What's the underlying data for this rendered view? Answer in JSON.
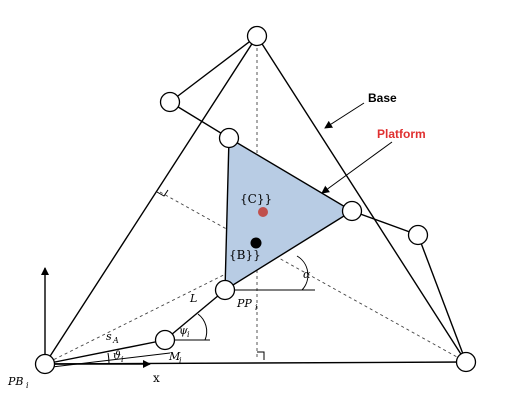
{
  "labels": {
    "base": "Base",
    "platform": "Platform",
    "frame_c": "{C}}",
    "frame_b": "{B}}",
    "link_length": "L",
    "pp_main": "PP",
    "pp_sub": "i",
    "psi_main": "ψ",
    "psi_sub": "i",
    "alpha": "α",
    "sa_main": "s",
    "sa_sub": "A",
    "theta_main": "ϑ",
    "theta_sub": "i",
    "mi_main": "M",
    "mi_sub": "i",
    "pb_main": "PB",
    "pb_sub": "i",
    "x_axis": "x"
  },
  "colors": {
    "platform_fill": "#b8cce4",
    "platform_label": "#e03030",
    "point_c": "#c0504d",
    "point_b": "#000000"
  }
}
